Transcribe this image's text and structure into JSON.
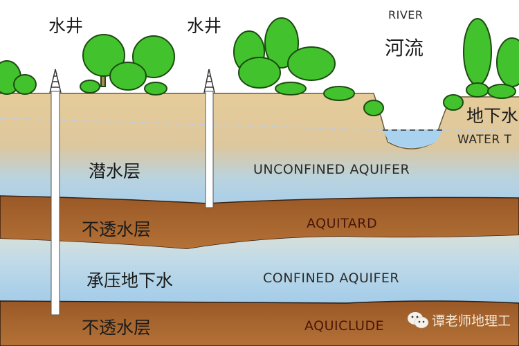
{
  "labels": {
    "well_1": "水井",
    "well_2": "水井",
    "river_en": "RIVER",
    "river_cn": "河流",
    "water_table_cn": "地下水",
    "water_table_en": "WATER T",
    "unconfined_cn": "潜水层",
    "unconfined_en": "UNCONFINED AQUIFER",
    "aquitard_cn": "不透水层",
    "aquitard_en": "AQUITARD",
    "confined_cn": "承压地下水",
    "confined_en": "CONFINED AQUIFER",
    "aquiclude_cn": "不透水层",
    "aquiclude_en": "AQUICLUDE"
  },
  "watermark": {
    "text": "谭老师地理工",
    "icon": "wechat-icon"
  },
  "colors": {
    "sand": "#e2c795",
    "water": "#a9d0ea",
    "clay": "#a5622c",
    "tree": "#3fbf2a",
    "tree_outline": "#1d4a12"
  }
}
